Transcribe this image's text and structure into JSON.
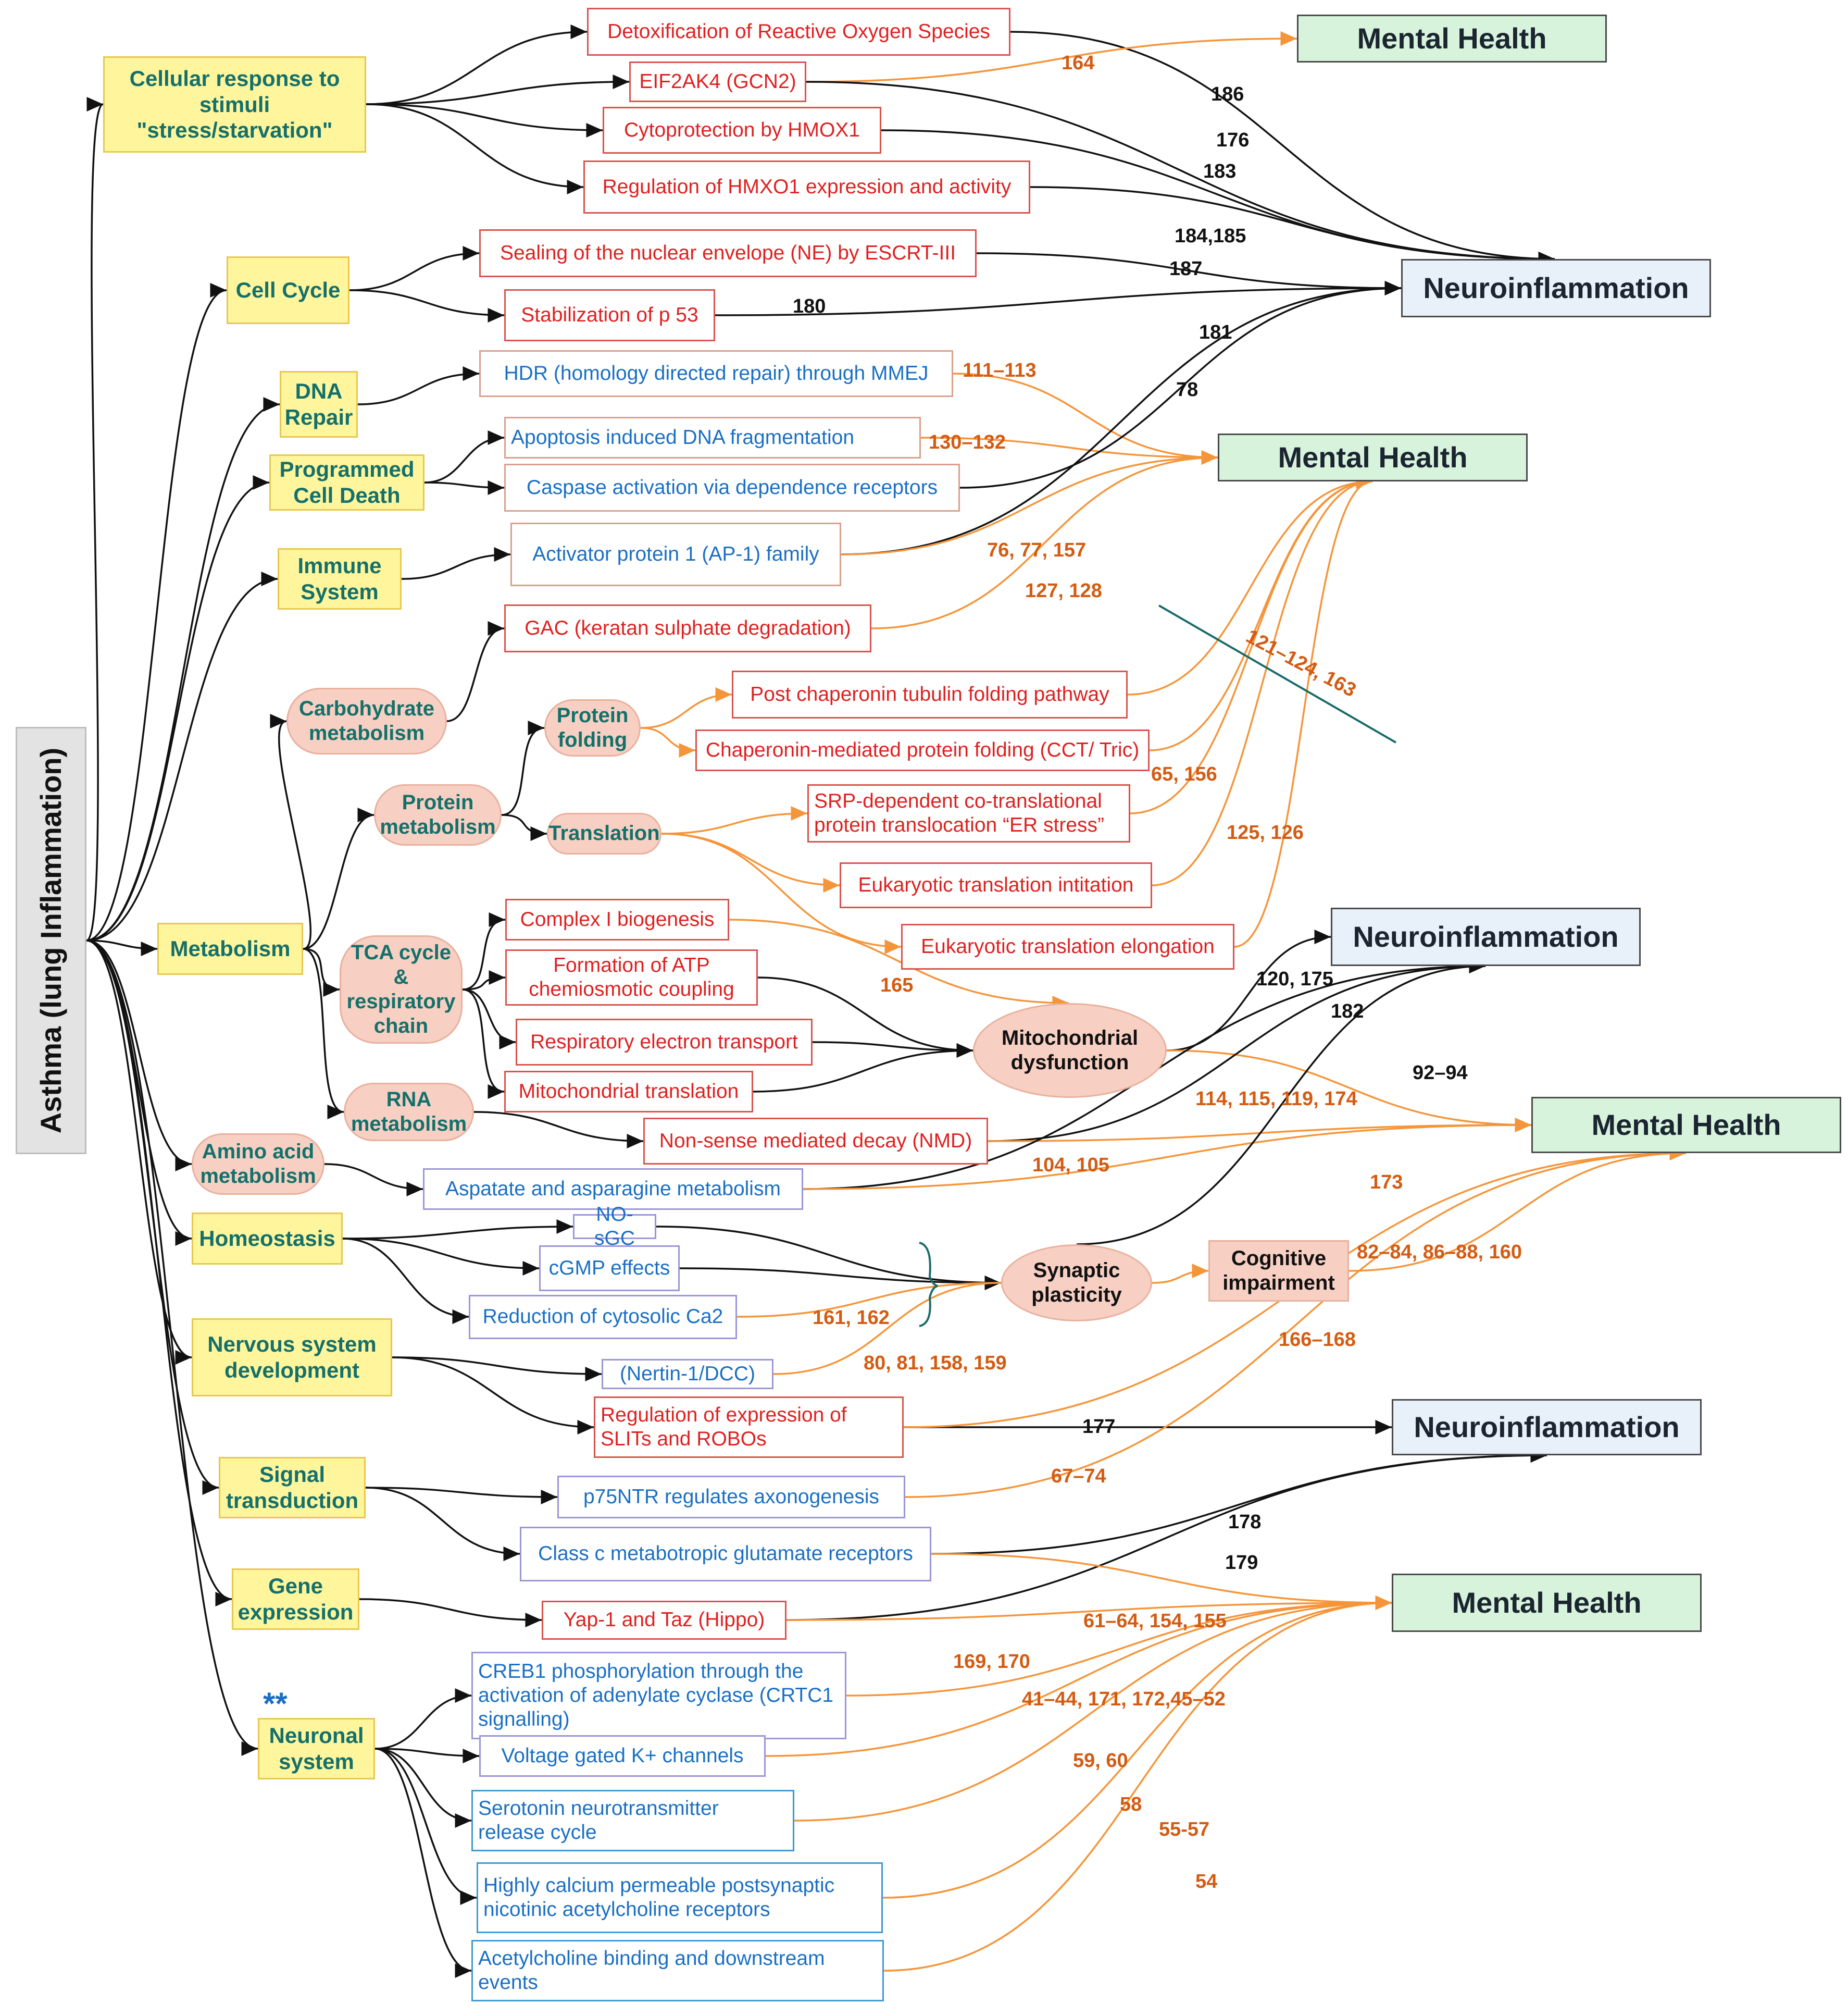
{
  "root": {
    "label": "Asthma (lung Inflammation)"
  },
  "categories": {
    "cellular_response": "Cellular response to stimuli \"stress/starvation\"",
    "cell_cycle": "Cell Cycle",
    "dna_repair": "DNA Repair",
    "programmed_cell_death": "Programmed Cell Death",
    "immune_system": "Immune System",
    "metabolism": "Metabolism",
    "homeostasis": "Homeostasis",
    "nervous_system_development": "Nervous system development",
    "signal_transduction": "Signal transduction",
    "gene_expression": "Gene expression",
    "neuronal_system": "Neuronal system"
  },
  "neuronal_marker": "**",
  "subcategories": {
    "carbohydrate_metabolism": "Carbohydrate metabolism",
    "protein_metabolism": "Protein metabolism",
    "protein_folding": "Protein folding",
    "translation": "Translation",
    "tca_cycle": "TCA cycle & respiratory chain",
    "rna_metabolism": "RNA metabolism",
    "amino_acid_metabolism": "Amino acid metabolism"
  },
  "intermediates": {
    "mitochondrial_dysfunction": "Mitochondrial dysfunction",
    "synaptic_plasticity": "Synaptic plasticity",
    "cognitive_impairment": "Cognitive impairment"
  },
  "pathways": {
    "detox_ros": "Detoxification of Reactive Oxygen Species",
    "eif2ak4": "EIF2AK4 (GCN2)",
    "cytoprotection_hmox1": "Cytoprotection by HMOX1",
    "regulation_hmxo1": "Regulation of HMXO1 expression and activity",
    "sealing_ne": "Sealing of the nuclear envelope (NE) by ESCRT-III",
    "stabilization_p53": "Stabilization of p 53",
    "hdr_mmej": "HDR (homology directed repair) through MMEJ",
    "apoptosis_dna_frag": "Apoptosis induced DNA fragmentation",
    "caspase_activation": "Caspase activation via dependence receptors",
    "ap1_family": "Activator protein 1 (AP-1) family",
    "gac_keratan": "GAC (keratan sulphate degradation)",
    "post_chaperonin": "Post chaperonin tubulin  folding pathway",
    "chaperonin_cct": "Chaperonin-mediated protein folding (CCT/ Tric)",
    "srp_dependent": "SRP-dependent co-translational protein translocation “ER stress”",
    "euk_initiation": "Eukaryotic translation intitation",
    "euk_elongation": "Eukaryotic translation elongation",
    "complex_i": "Complex I biogenesis",
    "atp_formation": "Formation of ATP chemiosmotic coupling",
    "resp_electron": "Respiratory electron transport",
    "mito_translation": "Mitochondrial translation",
    "nmd": "Non-sense mediated decay (NMD)",
    "aspartate": "Aspatate and asparagine metabolism",
    "no_sgc": "NO-sGC",
    "cgmp": "cGMP effects",
    "cytosolic_ca2": "Reduction of cytosolic Ca2",
    "nertin": "(Nertin-1/DCC)",
    "slits_robos": "Regulation of expression of SLITs and ROBOs",
    "p75ntr": "p75NTR regulates axonogenesis",
    "class_c_glutamate": "Class c metabotropic glutamate receptors",
    "yap_taz": "Yap-1 and Taz (Hippo)",
    "creb1": "CREB1 phosphorylation through the activation of adenylate cyclase (CRTC1 signalling)",
    "voltage_k": "Voltage gated K+ channels",
    "serotonin": "Serotonin neurotransmitter release cycle",
    "nicotinic": "Highly calcium permeable postsynaptic nicotinic acetylcholine receptors",
    "acetylcholine": "Acetylcholine binding and downstream events"
  },
  "outcomes": {
    "mental_health_label": "Mental Health",
    "neuroinflammation_label": "Neuroinflammation"
  },
  "edge_labels": {
    "l164": "164",
    "l186": "186",
    "l176": "176",
    "l183": "183",
    "l184_185": "184,185",
    "l187": "187",
    "l180": "180",
    "l181": "181",
    "l78": "78",
    "l111_113": "111–113",
    "l130_132": "130–132",
    "l76_77_157": "76, 77, 157",
    "l127_128": "127, 128",
    "l121_124_163": "121–124, 163",
    "l65_156": "65, 156",
    "l125_126": "125, 126",
    "l165": "165",
    "l120_175": "120, 175",
    "l182": "182",
    "l92_94": "92–94",
    "l114_115_119_174": "114, 115, 119, 174",
    "l104_105": "104, 105",
    "l173": "173",
    "l82_160": "82–84, 86–88, 160",
    "l161_162": "161, 162",
    "l80_81_158_159": "80, 81, 158, 159",
    "l166_168": "166–168",
    "l177": "177",
    "l67_74": "67–74",
    "l178": "178",
    "l179": "179",
    "l61_64_154_155": "61–64, 154, 155",
    "l169_170": "169, 170",
    "l41_52": "41–44, 171, 172,45–52",
    "l59_60": "59, 60",
    "l58": "58",
    "l55_57": "55-57",
    "l54": "54"
  },
  "colors": {
    "black_edge": "#111111",
    "orange_edge": "#f5953a",
    "orange_text": "#d45b12",
    "teal_text": "#14706a",
    "category_fill": "#fff59d",
    "sub_fill": "#f7d0c3",
    "mental_health_fill": "#d8f3dc",
    "neuroinflammation_fill": "#e8f0fa",
    "bracket": "#1a6b6b"
  }
}
